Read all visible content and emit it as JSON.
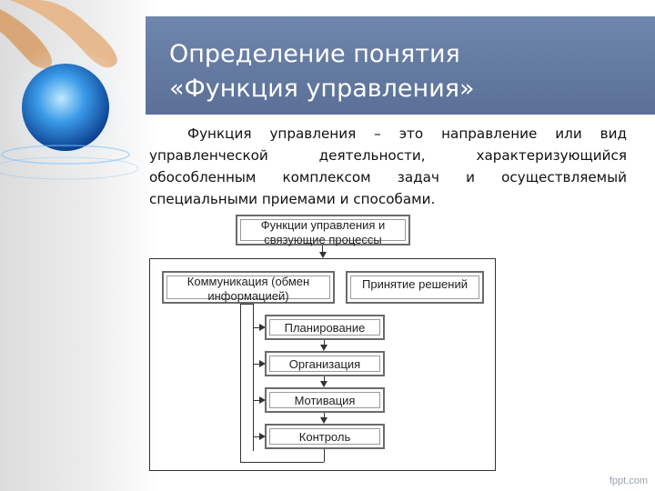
{
  "slide": {
    "title_line1": "Определение понятия",
    "title_line2": "«Функция управления»",
    "para_line1": [
      "Функция",
      "управления",
      "–",
      "это",
      "направление",
      "или",
      "вид"
    ],
    "para_line2": [
      "управленческой",
      "деятельности,",
      "характеризующийся"
    ],
    "para_line3": [
      "обособленным",
      "комплексом",
      "задач",
      "и",
      "осуществляемый"
    ],
    "para_line4": "специальными приемами и способами."
  },
  "diagram": {
    "top_box": "Функции управления и связующие процессы",
    "communication": "Коммуникация (обмен информацией)",
    "decisions": "Принятие решений",
    "steps": [
      "Планирование",
      "Организация",
      "Мотивация",
      "Контроль"
    ]
  },
  "watermark": "fppt.com",
  "colors": {
    "title_bar": "#5f77a0",
    "title_text": "#ffffff",
    "globe": "#2a7bd6"
  }
}
